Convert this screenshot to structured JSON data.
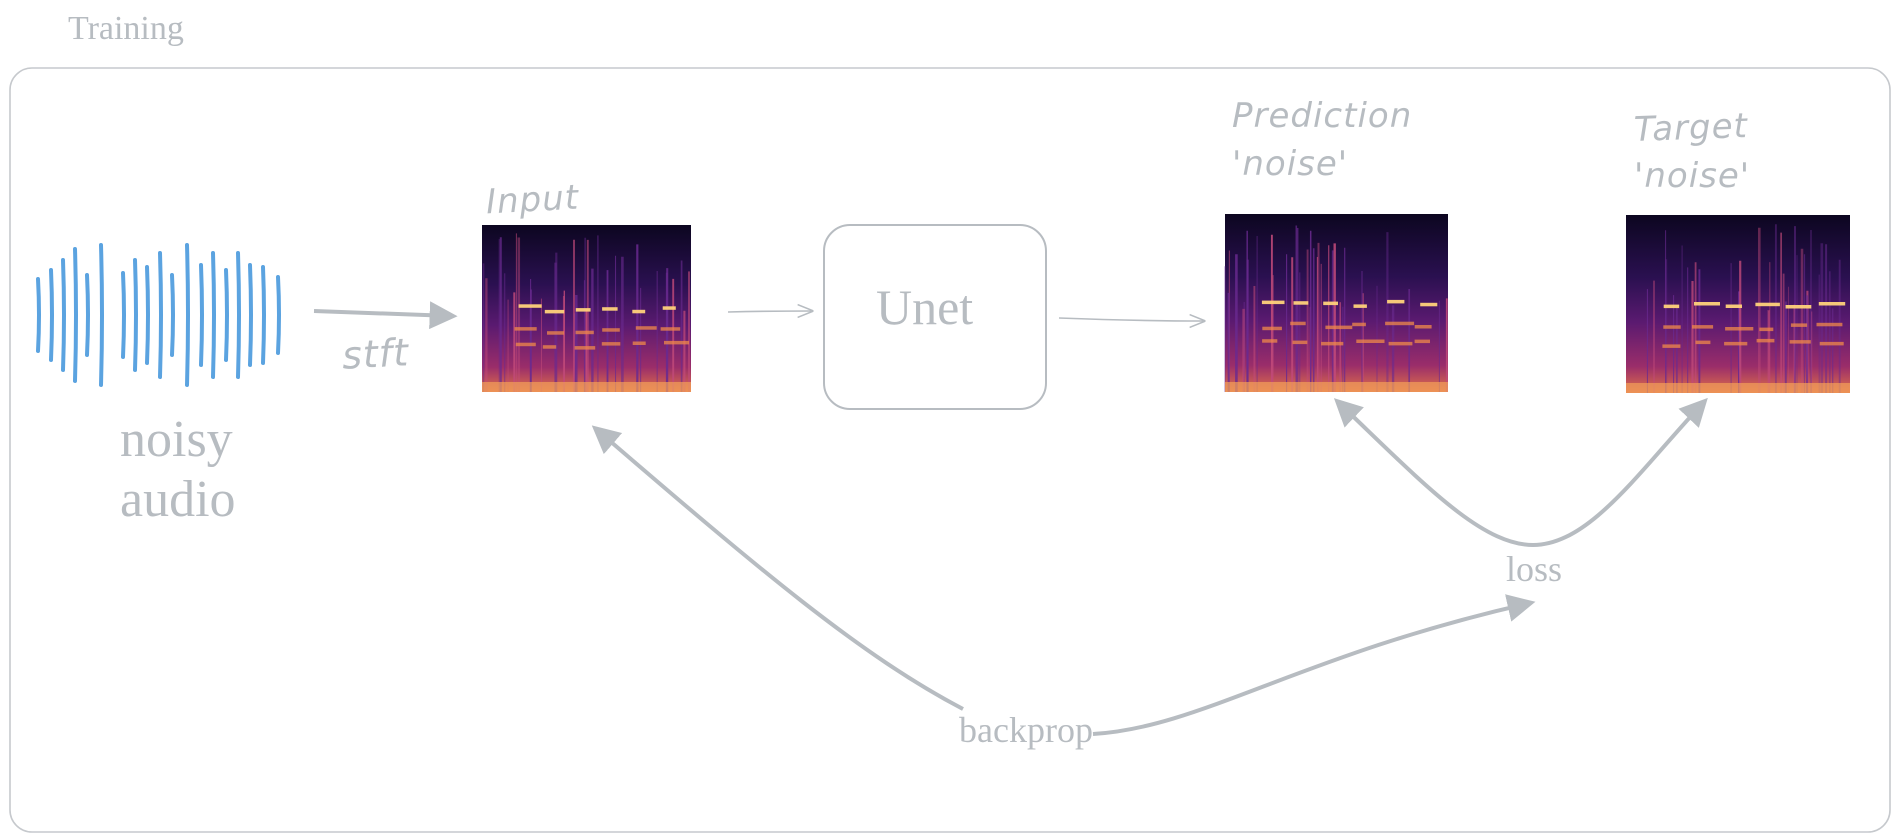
{
  "title": "Training",
  "noisy_audio": {
    "line1": "noisy",
    "line2": "audio"
  },
  "stft_label": "stft",
  "input_label": "Input",
  "unet_label": "Unet",
  "prediction_label": {
    "line1": "Prediction",
    "line2": "'noise'"
  },
  "target_label": {
    "line1": "Target",
    "line2": "'noise'"
  },
  "loss_label": "loss",
  "backprop_label": "backprop",
  "colors": {
    "stroke": "#b7bcc1",
    "waveform": "#5ba3e0",
    "spectrogram_bg": "#150c2a"
  }
}
